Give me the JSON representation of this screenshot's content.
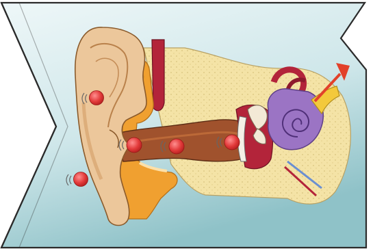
{
  "figure": {
    "subject_icon": "ear-anatomy-illustration",
    "sound_source_icon": "sound-wave-icon",
    "signal_arrow_icon": "arrow-up-right-icon",
    "colors": {
      "frame_border": "#2b2b2b",
      "background_light": "#dfeff1",
      "background_teal": "#9ccbd0",
      "skin": "#ecc79b",
      "skin_shadow": "#d9a873",
      "bone": "#f4e3a6",
      "cartilage": "#f0a030",
      "canal": "#a0522d",
      "tissue_red": "#b3243a",
      "inner_ear_purple": "#9b74c4",
      "ossicle_yellow": "#f3c93b",
      "marker_red": "#e23a3a",
      "arrow_red": "#e2412a"
    },
    "markers": [
      {
        "name": "marker-outer-ear"
      },
      {
        "name": "marker-pinna"
      },
      {
        "name": "marker-canal-entrance"
      },
      {
        "name": "marker-ear-canal"
      },
      {
        "name": "marker-eardrum"
      }
    ]
  }
}
